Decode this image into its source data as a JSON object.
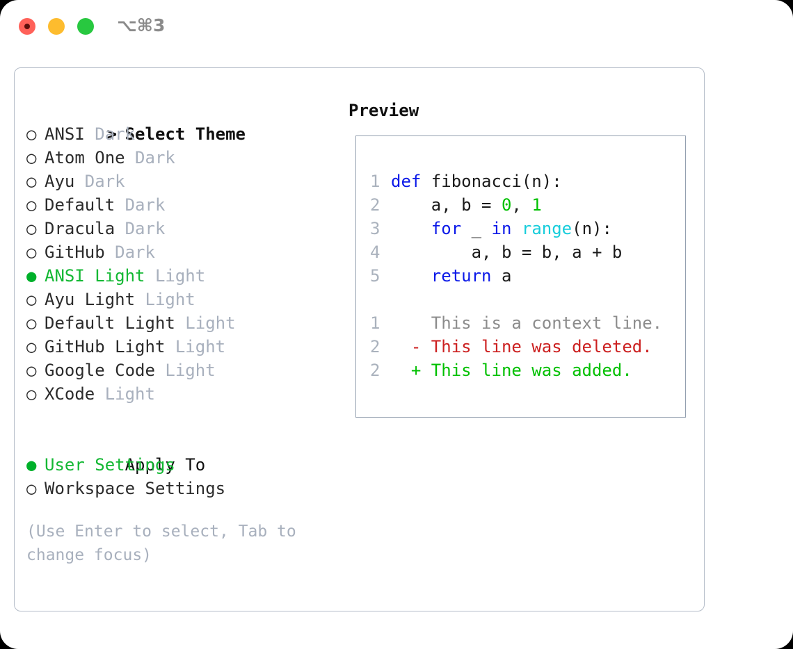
{
  "titlebar": {
    "shortcut": "⌥⌘3",
    "buttons": [
      "close",
      "minimize",
      "zoom"
    ]
  },
  "theme_panel": {
    "header": "Select Theme",
    "caret": ">",
    "marker_selected": "●",
    "marker_unselected": "○",
    "accent_color": "#13b833",
    "muted_color": "#a8b0bd",
    "items": [
      {
        "name": "ANSI",
        "kind": "Dark",
        "selected": false
      },
      {
        "name": "Atom One",
        "kind": "Dark",
        "selected": false
      },
      {
        "name": "Ayu",
        "kind": "Dark",
        "selected": false
      },
      {
        "name": "Default",
        "kind": "Dark",
        "selected": false
      },
      {
        "name": "Dracula",
        "kind": "Dark",
        "selected": false
      },
      {
        "name": "GitHub",
        "kind": "Dark",
        "selected": false
      },
      {
        "name": "ANSI Light",
        "kind": "Light",
        "selected": true
      },
      {
        "name": "Ayu Light",
        "kind": "Light",
        "selected": false
      },
      {
        "name": "Default Light",
        "kind": "Light",
        "selected": false
      },
      {
        "name": "GitHub Light",
        "kind": "Light",
        "selected": false
      },
      {
        "name": "Google Code",
        "kind": "Light",
        "selected": false
      },
      {
        "name": "XCode",
        "kind": "Light",
        "selected": false
      }
    ]
  },
  "apply_to": {
    "header": "Apply To",
    "items": [
      {
        "name": "User Settings",
        "selected": true
      },
      {
        "name": "Workspace Settings",
        "selected": false
      }
    ]
  },
  "hint": "(Use Enter to select, Tab to change focus)",
  "preview": {
    "title": "Preview",
    "code_lines": [
      {
        "no": "1",
        "segments": [
          {
            "text": "def ",
            "style": "kw"
          },
          {
            "text": "fibonacci(n):",
            "style": "txt"
          }
        ]
      },
      {
        "no": "2",
        "segments": [
          {
            "text": "    a, b = ",
            "style": "txt"
          },
          {
            "text": "0",
            "style": "num"
          },
          {
            "text": ", ",
            "style": "txt"
          },
          {
            "text": "1",
            "style": "num"
          }
        ]
      },
      {
        "no": "3",
        "segments": [
          {
            "text": "    ",
            "style": "txt"
          },
          {
            "text": "for",
            "style": "kw"
          },
          {
            "text": " _ ",
            "style": "txt"
          },
          {
            "text": "in",
            "style": "kw"
          },
          {
            "text": " ",
            "style": "txt"
          },
          {
            "text": "range",
            "style": "fn"
          },
          {
            "text": "(n):",
            "style": "txt"
          }
        ]
      },
      {
        "no": "4",
        "segments": [
          {
            "text": "        a, b = b, a + b",
            "style": "txt"
          }
        ]
      },
      {
        "no": "5",
        "segments": [
          {
            "text": "    ",
            "style": "txt"
          },
          {
            "text": "return",
            "style": "kw"
          },
          {
            "text": " a",
            "style": "txt"
          }
        ]
      }
    ],
    "diff_lines": [
      {
        "no": "1",
        "marker": " ",
        "text": "This is a context line.",
        "style": "ctx"
      },
      {
        "no": "2",
        "marker": "-",
        "text": "This line was deleted.",
        "style": "del"
      },
      {
        "no": "2",
        "marker": "+",
        "text": "This line was added.",
        "style": "add"
      }
    ]
  }
}
